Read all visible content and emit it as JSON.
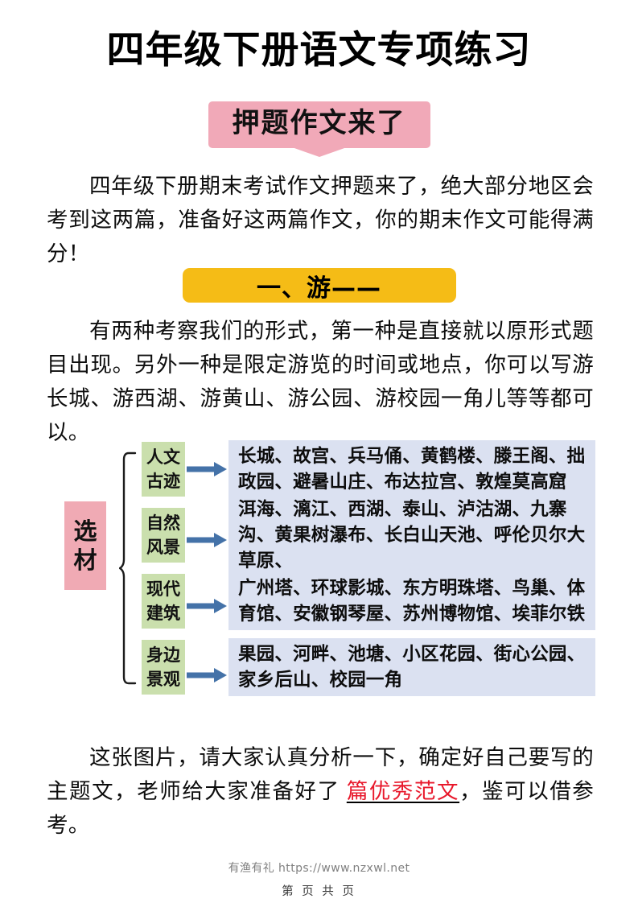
{
  "document": {
    "main_title": "四年级下册语文专项练习",
    "banner_label": "押题作文来了"
  },
  "paragraphs": {
    "intro": "四年级下册期末考试作文押题来了，绝大部分地区会考到这两篇，准备好这两篇作文，你的期末作文可能得满分！",
    "forms": "有两种考察我们的形式，第一种是直接就以原形式题目出现。另外一种是限定游览的时间或地点，你可以写游长城、游西湖、游黄山、游公园、游校园一角儿等等都可以。",
    "closing_part1": "这张图片，请大家认真分析一下，确定好自己要写的主题文，老师给大家准备好了 ",
    "closing_highlight": "篇优秀范文",
    "closing_part2": "，鉴可以借参考。"
  },
  "section_header": {
    "label": "一、游——"
  },
  "diagram": {
    "root_label_char1": "选",
    "root_label_char2": "材",
    "rows": [
      {
        "category_char1": "人文",
        "category_char2": "古迹",
        "items": "长城、故宫、兵马俑、黄鹤楼、滕王阁、拙政园、避暑山庄、布达拉宫、敦煌莫高窟"
      },
      {
        "category_char1": "自然",
        "category_char2": "风景",
        "items": "洱海、漓江、西湖、泰山、泸沽湖、九寨沟、黄果树瀑布、长白山天池、呼伦贝尔大草原、"
      },
      {
        "category_char1": "现代",
        "category_char2": "建筑",
        "items": "广州塔、环球影城、东方明珠塔、鸟巢、体育馆、安徽钢琴屋、苏州博物馆、埃菲尔铁"
      },
      {
        "category_char1": "身边",
        "category_char2": "景观",
        "items": "果园、河畔、池塘、小区花园、街心公园、家乡后山、校园一角"
      }
    ]
  },
  "footer": {
    "site": "有渔有礼 https://www.nzxwl.net",
    "page_info": "第 页 共 页"
  },
  "colors": {
    "banner_pink": "#f1a9b8",
    "section_orange": "#f5bc16",
    "category_green": "#cadfad",
    "items_blue": "#dbe1f1",
    "root_pink": "#f0aab4",
    "arrow_blue": "#4472a8",
    "highlight_red": "#e8192c"
  }
}
